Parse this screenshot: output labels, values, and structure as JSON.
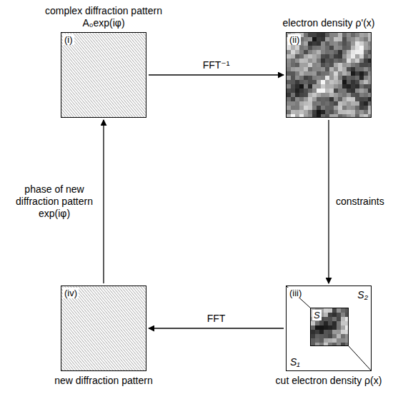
{
  "diagram": {
    "nodes": [
      {
        "text": [
          "complex diffraction pattern A₀exp(iφ)",
          "(i)"
        ]
      },
      {
        "text": [
          "electron density ρ'(x)",
          "(ii)"
        ]
      },
      {
        "text": [
          "cut electron density ρ(x)",
          "(iii)"
        ]
      },
      {
        "text": [
          "S"
        ],
        "in": 2
      },
      {
        "text": [
          "new diffraction pattern",
          "(iv)"
        ]
      }
    ],
    "edges": [
      {
        "from": 0,
        "to": 1,
        "arrow": "to",
        "label": "FFT⁻¹"
      },
      {
        "from": 1,
        "to": 2,
        "arrow": "to",
        "label": "constraints"
      },
      {
        "from": 2,
        "to": 4,
        "arrow": "to",
        "label": "FFT"
      },
      {
        "from": 4,
        "to": 0,
        "arrow": "to",
        "label": "phase of new diffraction pattern exp(iφ)"
      }
    ],
    "labels": [
      "S₂",
      "S₁"
    ]
  }
}
